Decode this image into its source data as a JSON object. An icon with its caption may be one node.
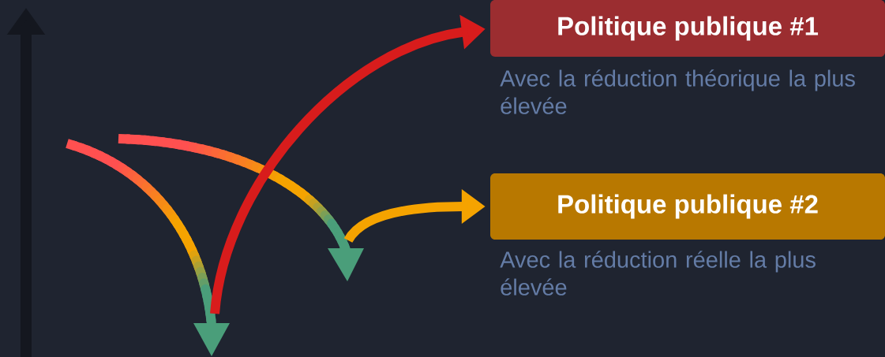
{
  "diagram": {
    "nodes": [
      {
        "text": [
          "Politique publique #1"
        ],
        "beside": [
          "Avec la réduction théorique la plus élevée"
        ]
      },
      {
        "text": [
          "Politique publique #2"
        ],
        "beside": [
          "Avec la réduction réelle la plus élevée"
        ]
      }
    ],
    "edges": [
      {
        "from": null,
        "to": 0,
        "arrow": "to",
        "color": "#d81c1c"
      },
      {
        "from": null,
        "to": 1,
        "arrow": "to",
        "color": "#f5a300"
      }
    ]
  }
}
